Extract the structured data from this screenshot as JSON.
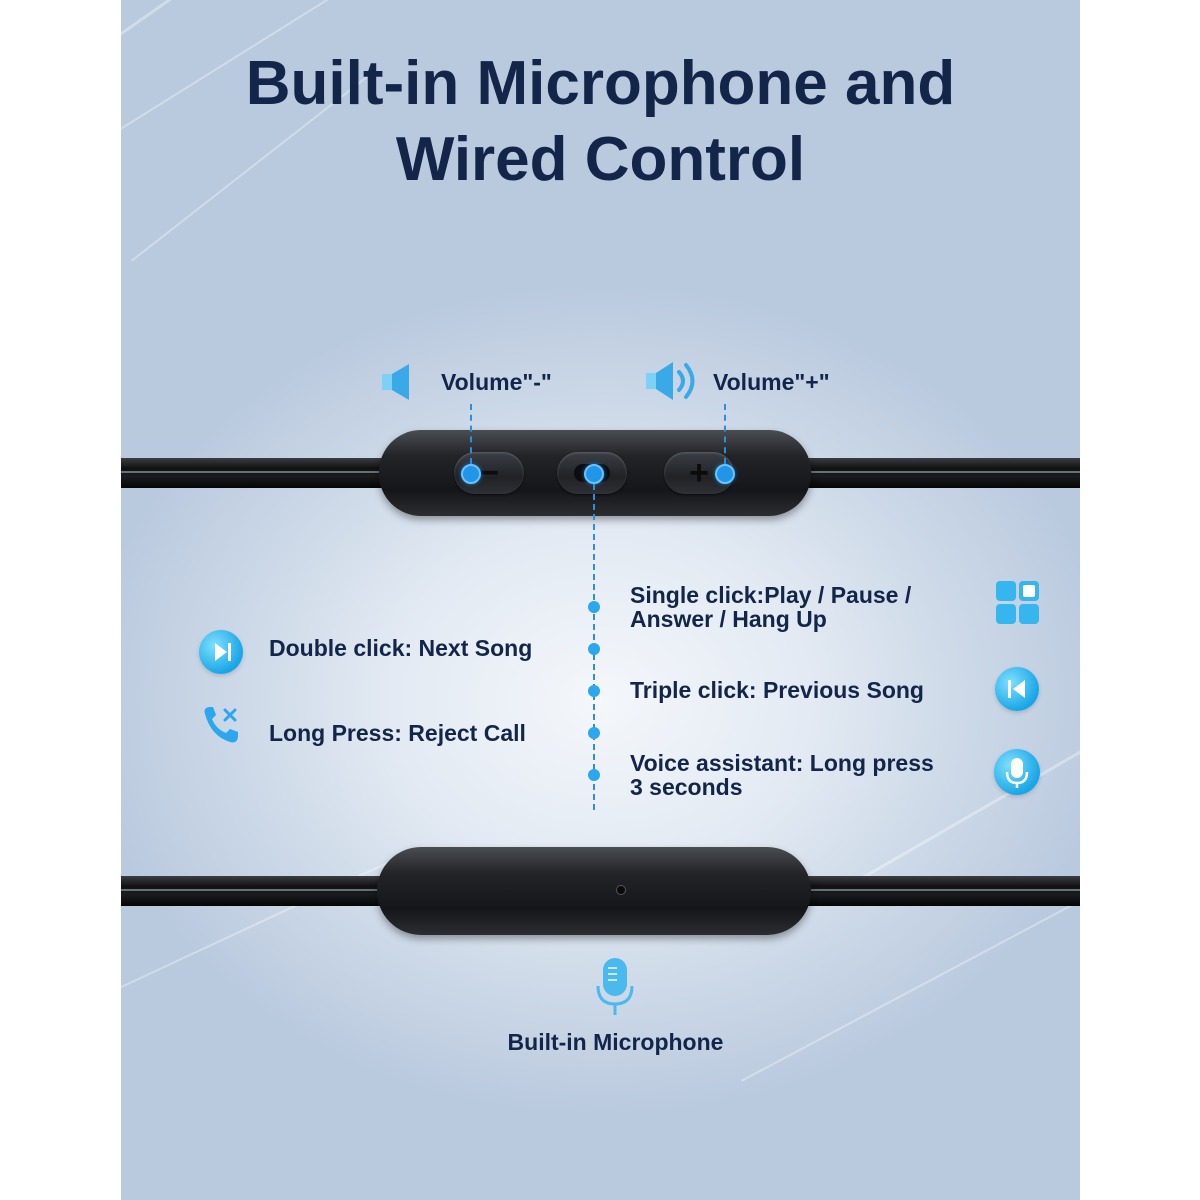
{
  "title": {
    "line1": "Built-in Microphone and",
    "line2": "Wired Control"
  },
  "volume_minus_label": "Volume\"-\"",
  "volume_plus_label": "Volume\"+\"",
  "controls_left": [
    {
      "text": "Double click: Next Song",
      "icon": "next-song-icon"
    },
    {
      "text": "Long Press: Reject Call",
      "icon": "reject-call-icon"
    }
  ],
  "controls_right": [
    {
      "line1": "Single click:Play / Pause /",
      "line2": "Answer / Hang Up",
      "icon": "app-grid-icon"
    },
    {
      "line1": "Triple click: Previous Song",
      "line2": "",
      "icon": "previous-song-icon"
    },
    {
      "line1": "Voice assistant: Long press",
      "line2": "3 seconds",
      "icon": "microphone-icon"
    }
  ],
  "microphone_label": "Built-in Microphone",
  "colors": {
    "accent": "#2196e8",
    "title": "#14254a"
  }
}
